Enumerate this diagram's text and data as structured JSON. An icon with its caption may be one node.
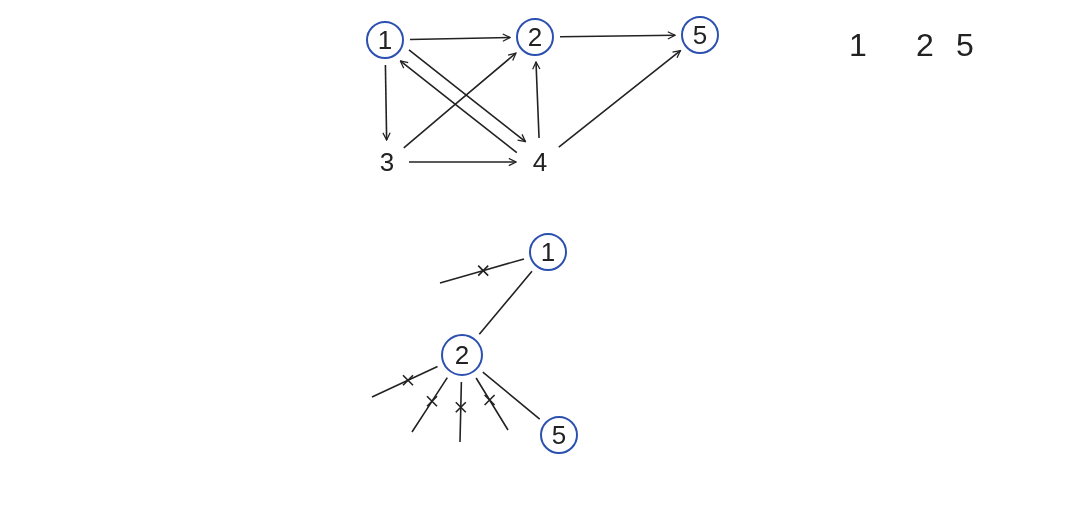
{
  "diagram": {
    "nodes": [
      {
        "text": [
          "1"
        ]
      },
      {
        "text": [
          "2"
        ]
      },
      {
        "text": [
          "5"
        ]
      },
      {
        "text": [
          "3"
        ]
      },
      {
        "text": [
          "4"
        ]
      },
      {
        "text": [
          "1"
        ]
      },
      {
        "text": [
          "2"
        ]
      },
      {
        "text": [
          "5"
        ]
      }
    ],
    "edges": [
      {
        "from": 0,
        "to": 1,
        "arrow": "to"
      },
      {
        "from": 1,
        "to": 2,
        "arrow": "to"
      },
      {
        "from": 0,
        "to": 3,
        "arrow": "to"
      },
      {
        "from": 0,
        "to": 4,
        "arrow": "to"
      },
      {
        "from": 3,
        "to": 1,
        "arrow": "to"
      },
      {
        "from": 4,
        "to": 0,
        "arrow": "to"
      },
      {
        "from": 3,
        "to": 4,
        "arrow": "to"
      },
      {
        "from": 4,
        "to": 1,
        "arrow": "to"
      },
      {
        "from": 4,
        "to": 2,
        "arrow": "to"
      },
      {
        "from": 5,
        "to": 6,
        "arrow": "none"
      },
      {
        "from": 5,
        "to": null,
        "arrow": "none"
      },
      {
        "from": 6,
        "to": null,
        "arrow": "none"
      },
      {
        "from": 6,
        "to": null,
        "arrow": "none"
      },
      {
        "from": 6,
        "to": null,
        "arrow": "none"
      },
      {
        "from": 6,
        "to": null,
        "arrow": "none"
      },
      {
        "from": 6,
        "to": 7,
        "arrow": "none"
      }
    ],
    "labels": [
      "1",
      "2",
      "5"
    ]
  }
}
